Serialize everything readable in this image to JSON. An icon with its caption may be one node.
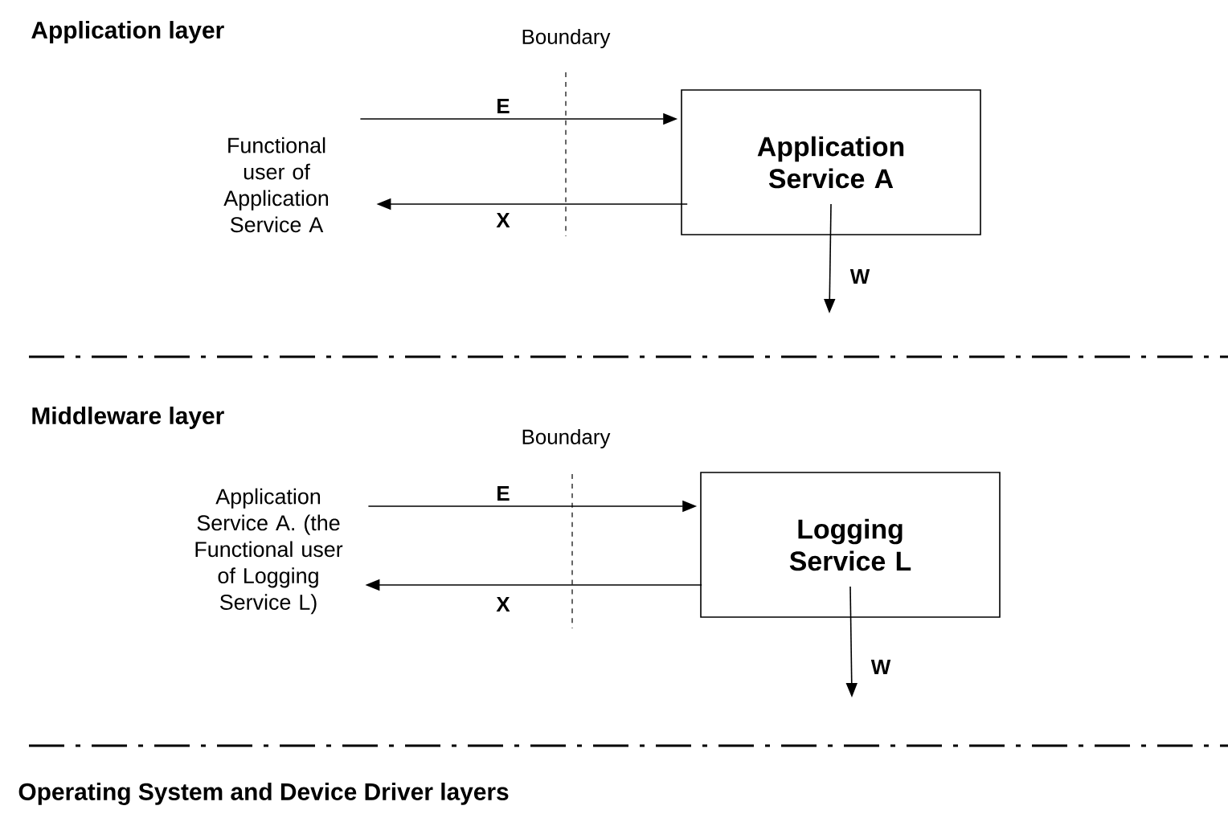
{
  "diagram": {
    "nodes": [
      {
        "text": [
          "Functional user of Application Service A"
        ]
      },
      {
        "text": [
          "Application Service A"
        ]
      },
      {
        "text": [
          "Application Service A. (the Functional user of Logging Service L)"
        ]
      },
      {
        "text": [
          "Logging Service L"
        ]
      }
    ],
    "edges": [
      {
        "from": 0,
        "to": 1,
        "arrow": "to",
        "label": "E"
      },
      {
        "from": 1,
        "to": 0,
        "arrow": "to",
        "label": "X"
      },
      {
        "from": 1,
        "to": null,
        "arrow": "to",
        "label": "W"
      },
      {
        "from": 2,
        "to": 3,
        "arrow": "to",
        "label": "E"
      },
      {
        "from": 3,
        "to": 2,
        "arrow": "to",
        "label": "X"
      },
      {
        "from": 3,
        "to": null,
        "arrow": "to",
        "label": "W"
      }
    ],
    "labels": [
      "Application layer",
      "Boundary",
      "Middleware layer",
      "Boundary",
      "Operating System and Device Driver layers"
    ]
  }
}
